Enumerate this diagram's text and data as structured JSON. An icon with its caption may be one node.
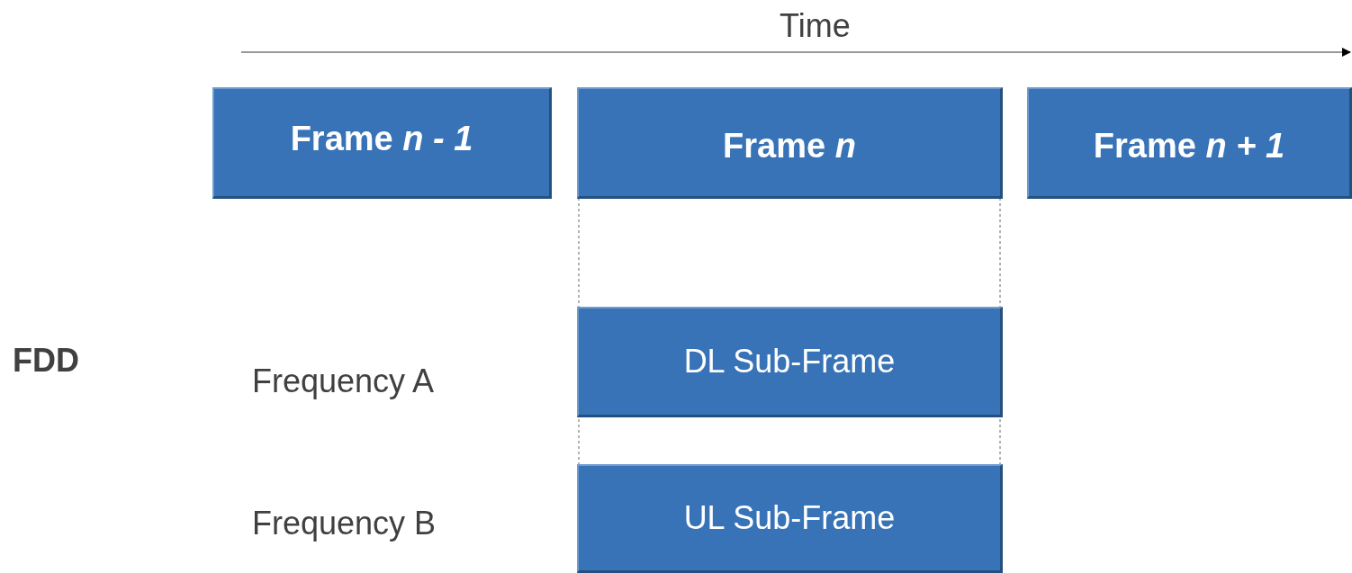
{
  "diagram": {
    "nodes": [
      {
        "text": [
          "Frame *n - 1*"
        ]
      },
      {
        "text": [
          "Frame *n*"
        ]
      },
      {
        "text": [
          "Frame *n + 1*"
        ]
      },
      {
        "text": [
          "DL Sub-Frame"
        ]
      },
      {
        "text": [
          "UL Sub-Frame"
        ]
      }
    ],
    "labels": [
      "Time",
      "FDD",
      "Frequency A",
      "Frequency B"
    ]
  }
}
